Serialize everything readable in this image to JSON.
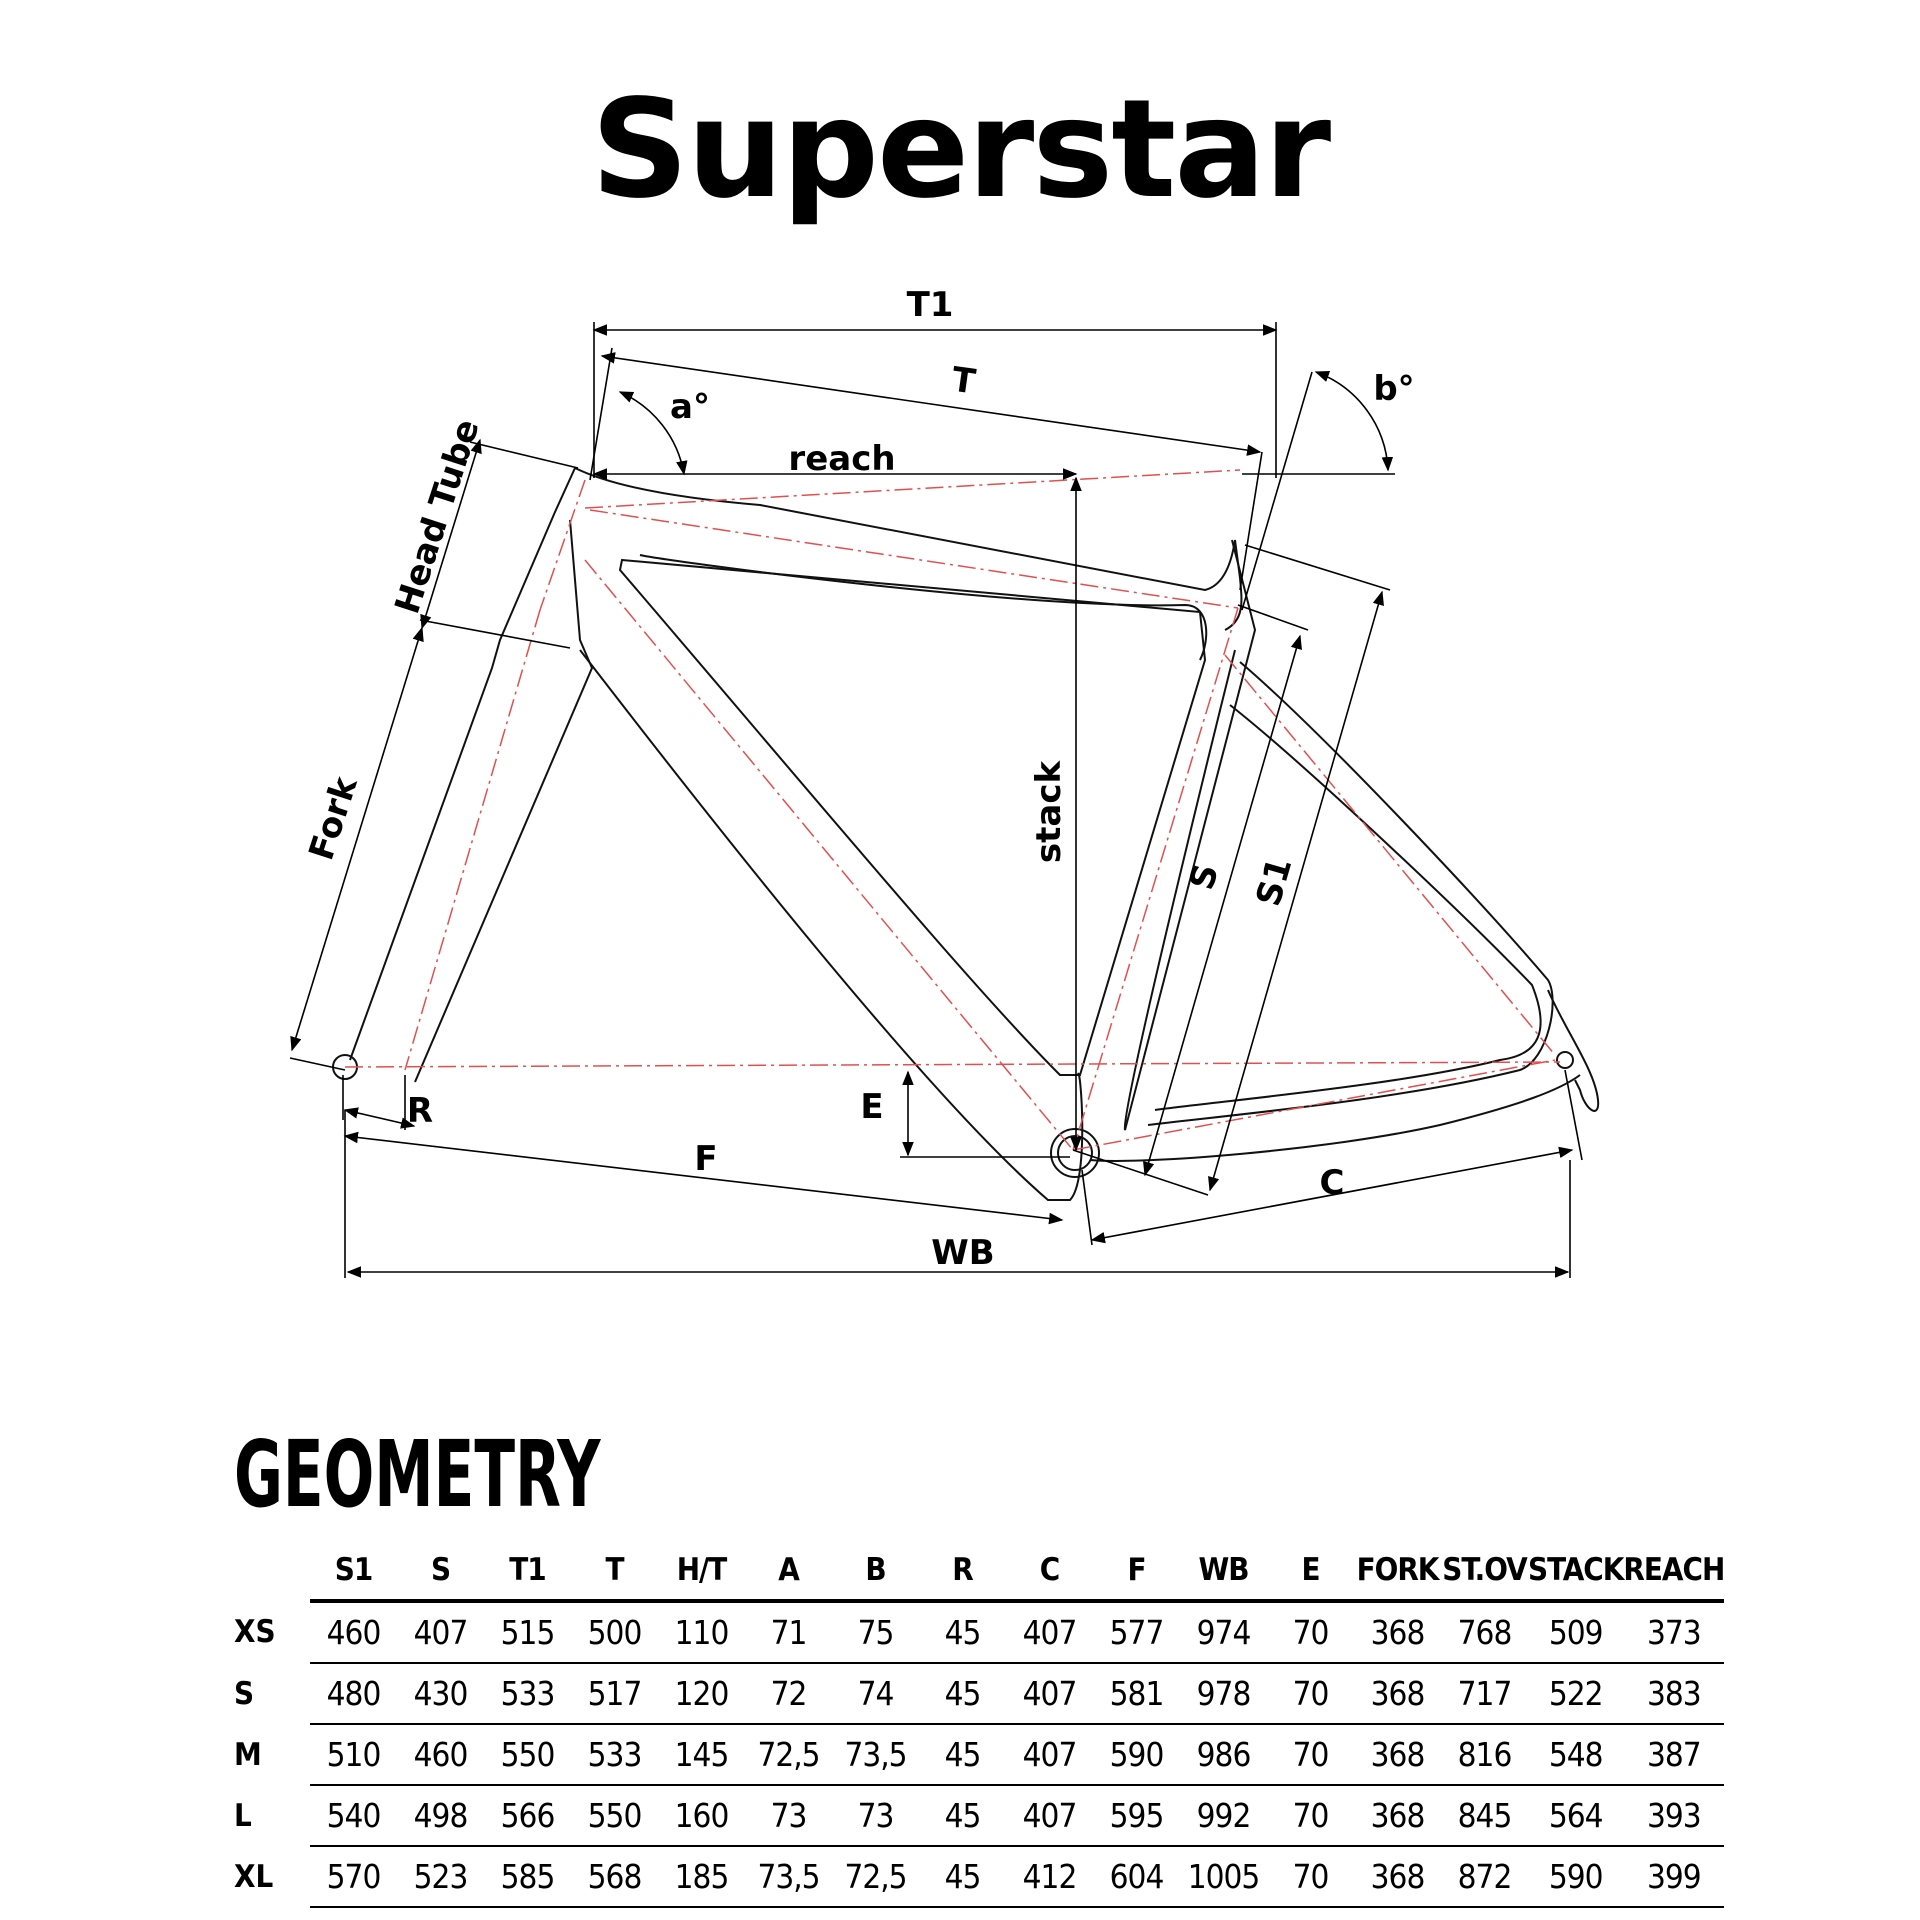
{
  "title": "Superstar",
  "diagram": {
    "labels": {
      "t1": "T1",
      "t": "T",
      "a_angle": "a°",
      "b_angle": "b°",
      "reach": "reach",
      "head_tube": "Head Tube",
      "fork": "Fork",
      "stack": "stack",
      "s": "S",
      "s1": "S1",
      "e": "E",
      "r": "R",
      "f": "F",
      "c": "C",
      "wb": "WB"
    }
  },
  "geometry": {
    "heading": "GEOMETRY",
    "columns": [
      "S1",
      "S",
      "T1",
      "T",
      "H/T",
      "A",
      "B",
      "R",
      "C",
      "F",
      "WB",
      "E",
      "FORK",
      "ST.OV",
      "STACK",
      "REACH"
    ],
    "rows": [
      {
        "size": "XS",
        "values": [
          "460",
          "407",
          "515",
          "500",
          "110",
          "71",
          "75",
          "45",
          "407",
          "577",
          "974",
          "70",
          "368",
          "768",
          "509",
          "373"
        ]
      },
      {
        "size": "S",
        "values": [
          "480",
          "430",
          "533",
          "517",
          "120",
          "72",
          "74",
          "45",
          "407",
          "581",
          "978",
          "70",
          "368",
          "717",
          "522",
          "383"
        ]
      },
      {
        "size": "M",
        "values": [
          "510",
          "460",
          "550",
          "533",
          "145",
          "72,5",
          "73,5",
          "45",
          "407",
          "590",
          "986",
          "70",
          "368",
          "816",
          "548",
          "387"
        ]
      },
      {
        "size": "L",
        "values": [
          "540",
          "498",
          "566",
          "550",
          "160",
          "73",
          "73",
          "45",
          "407",
          "595",
          "992",
          "70",
          "368",
          "845",
          "564",
          "393"
        ]
      },
      {
        "size": "XL",
        "values": [
          "570",
          "523",
          "585",
          "568",
          "185",
          "73,5",
          "72,5",
          "45",
          "412",
          "604",
          "1005",
          "70",
          "368",
          "872",
          "590",
          "399"
        ]
      }
    ]
  }
}
